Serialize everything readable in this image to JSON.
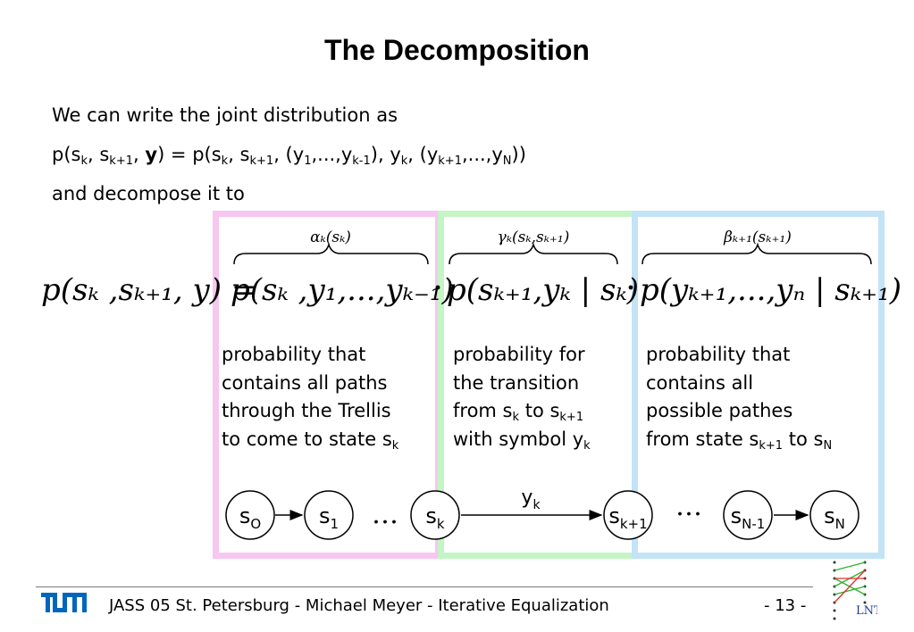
{
  "slide": {
    "title": "The Decomposition",
    "intro_line": "We can write the joint distribution as",
    "equation_line": {
      "p": "p(s",
      "k1": "k",
      "c1": ", s",
      "k1p": "k+1",
      "c2": ", ",
      "y": "y",
      "eq": ") = p(s",
      "k2": "k",
      "c3": ", s",
      "k2p": "k+1",
      "c4": ", (y",
      "one": "1",
      "dots": ",...,y",
      "km1": "k-1",
      "c5": "), y",
      "k3": "k",
      "c6": ", (y",
      "k3p": "k+1",
      "dots2": ",...,y",
      "N": "N",
      "end": "))"
    },
    "decompose_line": "and decompose it to"
  },
  "formula": {
    "lhs": "p(sₖ ,sₖ₊₁, y) =",
    "term_alpha": "p(sₖ ,y₁,...,yₖ₋₁)",
    "term_gamma": "p(sₖ₊₁,yₖ | sₖ)",
    "term_beta": "p(yₖ₊₁,...,yₙ | sₖ₊₁)",
    "brace_alpha": "αₖ(sₖ)",
    "brace_gamma": "γₖ(sₖ,sₖ₊₁)",
    "brace_beta": "βₖ₊₁(sₖ₊₁)"
  },
  "descriptions": {
    "alpha": [
      "probability that",
      "contains all paths",
      "through the Trellis",
      "to come to state s"
    ],
    "alpha_sub": "k",
    "gamma": [
      "probability for",
      "the transition",
      "from s",
      " to s",
      "with symbol y"
    ],
    "gamma_subs": [
      "k",
      "k+1",
      "k"
    ],
    "beta": [
      "probability that",
      "contains all",
      "possible pathes",
      "from state s",
      " to s"
    ],
    "beta_subs": [
      "k+1",
      "N"
    ]
  },
  "trellis": {
    "nodes": [
      {
        "base": "s",
        "sub": "O"
      },
      {
        "base": "s",
        "sub": "1"
      },
      {
        "base": "s",
        "sub": "k"
      },
      {
        "base": "s",
        "sub": "k+1"
      },
      {
        "base": "s",
        "sub": "N-1"
      },
      {
        "base": "s",
        "sub": "N"
      }
    ],
    "ellipsis": "…",
    "edge_label": "y",
    "edge_label_sub": "k"
  },
  "footer": {
    "text": "JASS 05 St. Petersburg  -  Michael Meyer  -  Iterative Equalization",
    "page": "- 13 -",
    "logo_left": "TUM",
    "logo_right": "LNT"
  },
  "colors": {
    "alpha_box": "#f7c6f1",
    "gamma_box": "#c5f5c4",
    "beta_box": "#c3e3f7"
  }
}
